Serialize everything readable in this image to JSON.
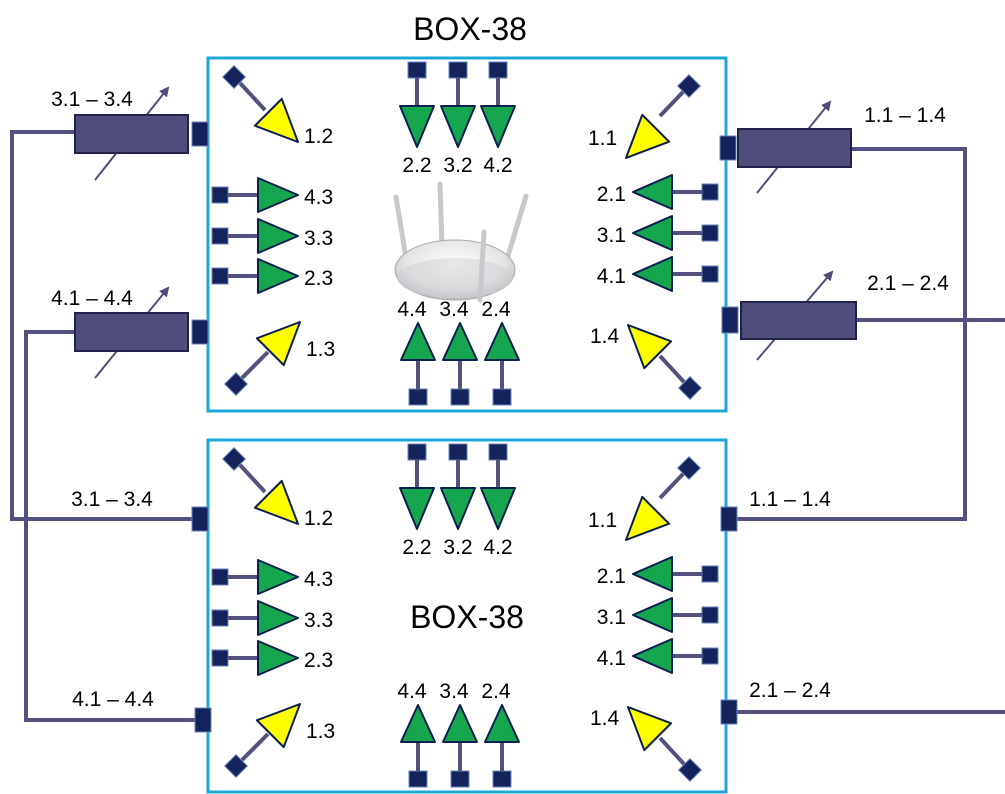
{
  "colors": {
    "box_border": "#1ba8d8",
    "cable": "#52517f",
    "port": "#15235c",
    "antenna_green": "#17a650",
    "antenna_yellow": "#ffff00",
    "attenuator": "#4f4d7c"
  },
  "boxes": [
    {
      "title": "BOX-38",
      "top_labels": [
        "2.2",
        "3.2",
        "4.2"
      ],
      "bottom_labels": [
        "4.4",
        "3.4",
        "2.4"
      ],
      "left_labels": [
        "4.3",
        "3.3",
        "2.3"
      ],
      "right_labels": [
        "2.1",
        "3.1",
        "4.1"
      ],
      "corner_labels": {
        "top_left": "1.2",
        "top_right": "1.1",
        "bottom_left": "1.3",
        "bottom_right": "1.4"
      },
      "has_access_point_icon": true
    },
    {
      "title": "BOX-38",
      "top_labels": [
        "2.2",
        "3.2",
        "4.2"
      ],
      "bottom_labels": [
        "4.4",
        "3.4",
        "2.4"
      ],
      "left_labels": [
        "4.3",
        "3.3",
        "2.3"
      ],
      "right_labels": [
        "2.1",
        "3.1",
        "4.1"
      ],
      "corner_labels": {
        "top_left": "1.2",
        "top_right": "1.1",
        "bottom_left": "1.3",
        "bottom_right": "1.4"
      },
      "has_access_point_icon": false
    }
  ],
  "attenuators": [
    {
      "label": "3.1 – 3.4",
      "icon": "variable-attenuator-icon"
    },
    {
      "label": "4.1 – 4.4",
      "icon": "variable-attenuator-icon"
    },
    {
      "label": "1.1 – 1.4",
      "icon": "variable-attenuator-icon"
    },
    {
      "label": "2.1 – 2.4",
      "icon": "variable-attenuator-icon"
    }
  ],
  "port_labels": {
    "left_top": "3.1 – 3.4",
    "left_bottom": "4.1 – 4.4",
    "right_top": "1.1 – 1.4",
    "right_bottom": "2.1 – 2.4"
  }
}
